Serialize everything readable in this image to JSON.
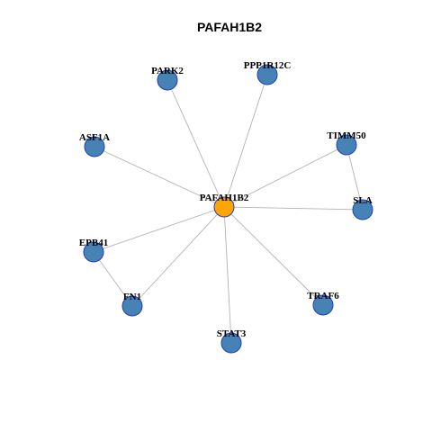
{
  "title": "PAFAH1B2",
  "colors": {
    "hub_fill": "#ffa500",
    "node_fill": "#4682b4",
    "node_stroke": "#1f3fbf",
    "edge": "#b3b3b3"
  },
  "nodes": [
    {
      "id": "PAFAH1B2",
      "label": "PAFAH1B2",
      "role": "hub"
    },
    {
      "id": "PARK2",
      "label": "PARK2",
      "role": "neighbor"
    },
    {
      "id": "PPP1R12C",
      "label": "PPP1R12C",
      "role": "neighbor"
    },
    {
      "id": "ASF1A",
      "label": "ASF1A",
      "role": "neighbor"
    },
    {
      "id": "TIMM50",
      "label": "TIMM50",
      "role": "neighbor"
    },
    {
      "id": "SLA",
      "label": "SLA",
      "role": "neighbor"
    },
    {
      "id": "EPB41",
      "label": "EPB41",
      "role": "neighbor"
    },
    {
      "id": "FN1",
      "label": "FN1",
      "role": "neighbor"
    },
    {
      "id": "TRAF6",
      "label": "TRAF6",
      "role": "neighbor"
    },
    {
      "id": "STAT3",
      "label": "STAT3",
      "role": "neighbor"
    }
  ],
  "edges": [
    [
      "PAFAH1B2",
      "PARK2"
    ],
    [
      "PAFAH1B2",
      "PPP1R12C"
    ],
    [
      "PAFAH1B2",
      "ASF1A"
    ],
    [
      "PAFAH1B2",
      "TIMM50"
    ],
    [
      "PAFAH1B2",
      "SLA"
    ],
    [
      "PAFAH1B2",
      "EPB41"
    ],
    [
      "PAFAH1B2",
      "FN1"
    ],
    [
      "PAFAH1B2",
      "TRAF6"
    ],
    [
      "PAFAH1B2",
      "STAT3"
    ],
    [
      "TIMM50",
      "SLA"
    ],
    [
      "EPB41",
      "FN1"
    ]
  ]
}
